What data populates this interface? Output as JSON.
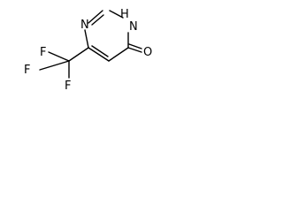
{
  "molecule": {
    "atoms": {
      "n1": "N",
      "n3": "H",
      "n3h": "N",
      "o": "O",
      "f1": "F",
      "f2": "F",
      "f3": "F"
    },
    "colors": {
      "bond": "#000000",
      "label": "#000000",
      "background": "#ffffff"
    }
  }
}
